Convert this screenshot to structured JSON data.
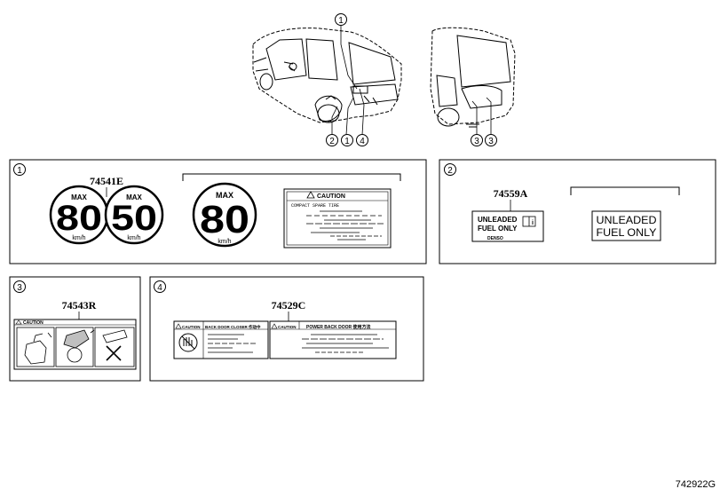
{
  "callouts": {
    "c1": "1",
    "c2": "2",
    "c3": "3",
    "c4": "4"
  },
  "panel1": {
    "part_number": "74541E",
    "sign_max": "MAX",
    "speed_80": "80",
    "speed_50": "50",
    "unit": "km/h",
    "caution_title": "CAUTION",
    "caution_subtitle": "COMPACT SPARE TIRE"
  },
  "panel2": {
    "part_number": "74559A",
    "label_line1": "UNLEADED",
    "label_line2": "FUEL ONLY",
    "label_small": "DENSO",
    "big_line1": "UNLEADED",
    "big_line2": "FUEL ONLY"
  },
  "panel3": {
    "part_number": "74543R",
    "caution_title": "CAUTION"
  },
  "panel4": {
    "part_number": "74529C",
    "caution_a": "CAUTION",
    "caution_a_text": "BACK DOOR CLOSER 作动中",
    "caution_b": "CAUTION",
    "caution_b_text": "POWER BACK DOOR 使用方法"
  },
  "figure_id": "742922G"
}
